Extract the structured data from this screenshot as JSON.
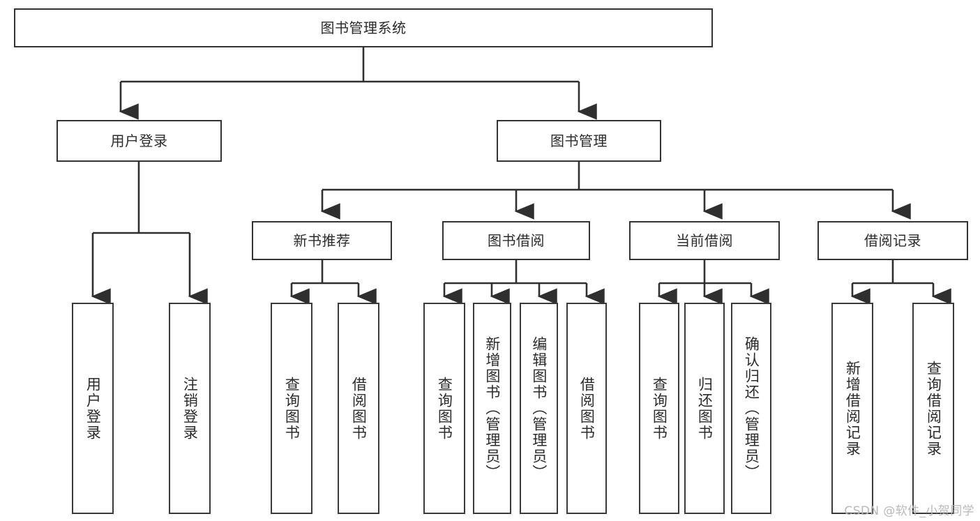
{
  "diagram": {
    "title_node": {
      "label": "图书管理系统"
    },
    "level2": [
      {
        "label": "用户登录"
      },
      {
        "label": "图书管理"
      }
    ],
    "level3": [
      {
        "label": "新书推荐"
      },
      {
        "label": "图书借阅"
      },
      {
        "label": "当前借阅"
      },
      {
        "label": "借阅记录"
      }
    ],
    "leaves": [
      {
        "label": "用户登录"
      },
      {
        "label": "注销登录"
      },
      {
        "label": "查询图书"
      },
      {
        "label": "借阅图书"
      },
      {
        "label": "查询图书"
      },
      {
        "label": "新增图书（管理员）"
      },
      {
        "label": "编辑图书（管理员）"
      },
      {
        "label": "借阅图书"
      },
      {
        "label": "查询图书"
      },
      {
        "label": "归还图书"
      },
      {
        "label": "确认归还（管理员）"
      },
      {
        "label": "新增借阅记录"
      },
      {
        "label": "查询借阅记录"
      }
    ],
    "watermark": "CSDN @软件_小贺同学",
    "colors": {
      "box_border": "#333333",
      "line": "#2f2f2f",
      "text": "#2b2b2b",
      "background": "#ffffff",
      "watermark": "#b9b9b9"
    }
  }
}
